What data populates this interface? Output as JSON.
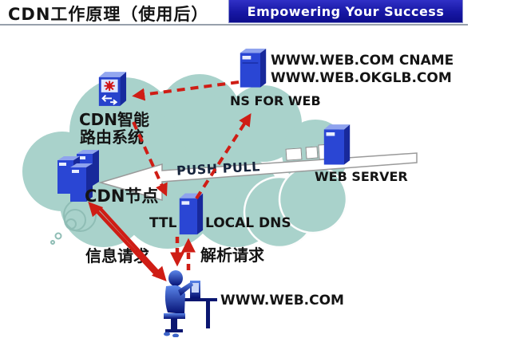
{
  "header": {
    "title": "CDN工作原理（使用后）",
    "banner": "Empowering Your Success"
  },
  "diagram": {
    "labels": {
      "cname_line1": "WWW.WEB.COM CNAME",
      "cname_line2": "WWW.WEB.OKGLB.COM",
      "ns_for_web": "NS FOR WEB",
      "cdn_router_line1": "CDN智能",
      "cdn_router_line2": "路由系统",
      "cdn_node": "CDN节点",
      "push_pull": "PUSH PULL",
      "web_server": "WEB SERVER",
      "ttl": "TTL",
      "local_dns": "LOCAL DNS",
      "info_request": "信息请求",
      "resolve_request": "解析请求",
      "www_web_com": "WWW.WEB.COM"
    },
    "colors": {
      "cloud": "#a9d2cb",
      "cloud_outline": "#8fbdb5",
      "arrow_red": "#cf1d15",
      "server_front": "#2a46d4",
      "server_side": "#18299b",
      "server_top": "#8fa3ee",
      "banner_blue": "#1717a4",
      "push_pull_text": "#16243c"
    }
  }
}
